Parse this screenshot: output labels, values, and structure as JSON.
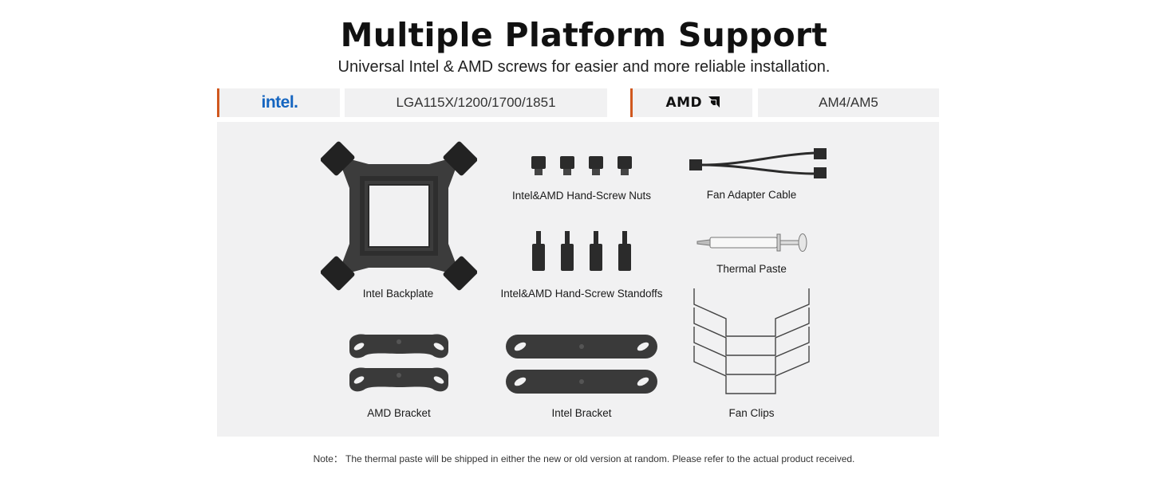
{
  "header": {
    "title": "Multiple Platform Support",
    "subtitle": "Universal Intel & AMD screws for easier and more reliable installation."
  },
  "platforms": {
    "intel": {
      "logo_text": "intel.",
      "sockets": "LGA115X/1200/1700/1851"
    },
    "amd": {
      "logo_text": "AMD",
      "sockets": "AM4/AM5"
    }
  },
  "items": {
    "intel_backplate": "Intel Backplate",
    "nuts": "Intel&AMD Hand-Screw Nuts",
    "standoffs": "Intel&AMD Hand-Screw Standoffs",
    "fan_cable": "Fan Adapter Cable",
    "thermal_paste": "Thermal Paste",
    "amd_bracket": "AMD Bracket",
    "intel_bracket": "Intel Bracket",
    "fan_clips": "Fan Clips"
  },
  "note": "Note： The thermal paste will be shipped in either the new or old version at random. Please refer to the actual product received.",
  "colors": {
    "accent": "#d0581f",
    "intel_blue": "#1565c0",
    "panel": "#f1f1f2"
  }
}
